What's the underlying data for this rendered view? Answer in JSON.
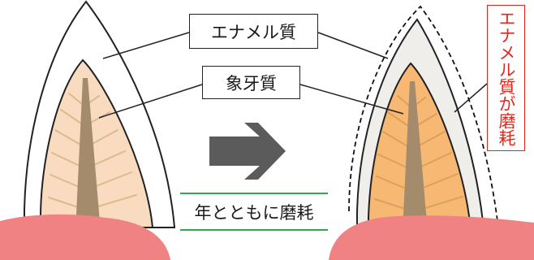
{
  "labels": {
    "enamel": "エナメル質",
    "dentin": "象牙質",
    "enamel_worn": "エナメル質が磨耗",
    "caption": "年とともに磨耗"
  },
  "icons": {
    "arrow": "right-arrow-icon"
  },
  "colors": {
    "enamel_fill": "#ffffff",
    "enamel_worn_fill": "#efeeea",
    "dentin_fill_young": "#f9dcc0",
    "dentin_fill_old": "#f7b873",
    "pulp": "#a48b6b",
    "canals": "#d9bb8e",
    "gum": "#f08283",
    "arrow": "#5b5b5b",
    "highlight": "#e4261b",
    "caption_rule": "#2fa84f"
  }
}
